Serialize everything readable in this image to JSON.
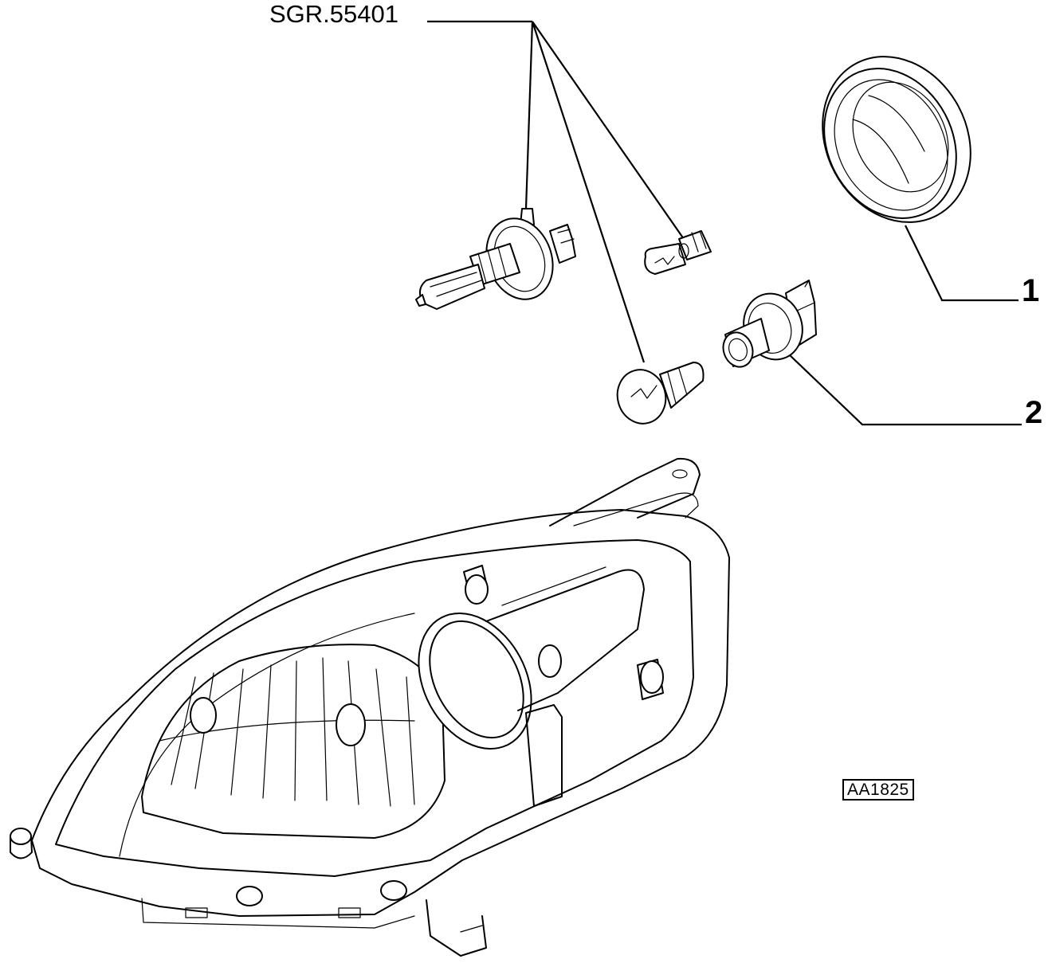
{
  "labels": {
    "group_code": "SGR.55401",
    "part_1": "1",
    "part_2": "2",
    "drawing_ref": "AA1825"
  },
  "colors": {
    "line": "#000000",
    "background": "#ffffff"
  },
  "parts": [
    {
      "number": "1",
      "depicts": "lamp cover cap"
    },
    {
      "number": "2",
      "depicts": "bulb holder"
    }
  ]
}
